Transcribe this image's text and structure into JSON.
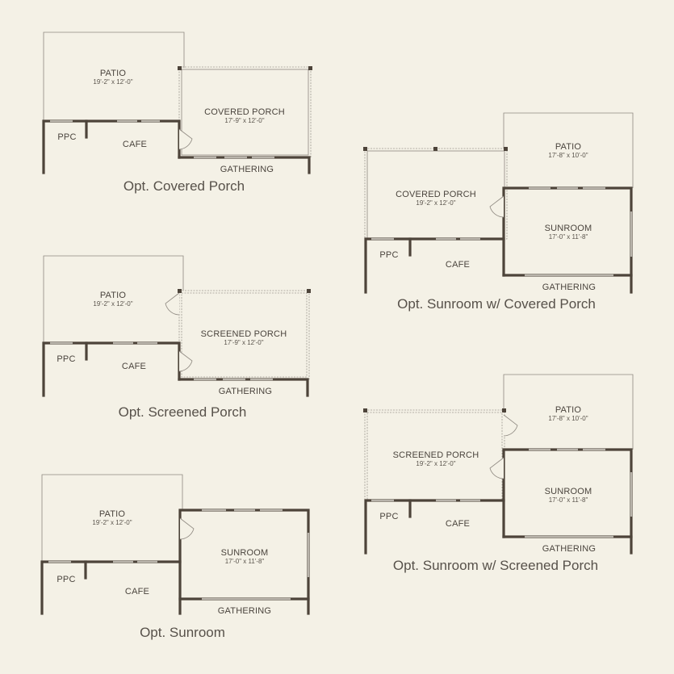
{
  "plans": [
    {
      "caption": "Opt. Covered Porch",
      "rooms": [
        {
          "label": "PATIO",
          "dim": "19'-2\" x 12'-0\""
        },
        {
          "label": "COVERED PORCH",
          "dim": "17'-9\" x 12'-0\""
        },
        {
          "label": "PPC",
          "dim": ""
        },
        {
          "label": "CAFE",
          "dim": ""
        },
        {
          "label": "GATHERING",
          "dim": ""
        }
      ]
    },
    {
      "caption": "Opt. Screened Porch",
      "rooms": [
        {
          "label": "PATIO",
          "dim": "19'-2\" x 12'-0\""
        },
        {
          "label": "SCREENED PORCH",
          "dim": "17'-9\" x 12'-0\""
        },
        {
          "label": "PPC",
          "dim": ""
        },
        {
          "label": "CAFE",
          "dim": ""
        },
        {
          "label": "GATHERING",
          "dim": ""
        }
      ]
    },
    {
      "caption": "Opt. Sunroom",
      "rooms": [
        {
          "label": "PATIO",
          "dim": "19'-2\" x 12'-0\""
        },
        {
          "label": "SUNROOM",
          "dim": "17'-0\" x 11'-8\""
        },
        {
          "label": "PPC",
          "dim": ""
        },
        {
          "label": "CAFE",
          "dim": ""
        },
        {
          "label": "GATHERING",
          "dim": ""
        }
      ]
    },
    {
      "caption": "Opt. Sunroom w/ Covered Porch",
      "rooms": [
        {
          "label": "PATIO",
          "dim": "17'-8\" x 10'-0\""
        },
        {
          "label": "COVERED PORCH",
          "dim": "19'-2\" x 12'-0\""
        },
        {
          "label": "SUNROOM",
          "dim": "17'-0\" x 11'-8\""
        },
        {
          "label": "PPC",
          "dim": ""
        },
        {
          "label": "CAFE",
          "dim": ""
        },
        {
          "label": "GATHERING",
          "dim": ""
        }
      ]
    },
    {
      "caption": "Opt. Sunroom w/ Screened Porch",
      "rooms": [
        {
          "label": "PATIO",
          "dim": "17'-8\" x 10'-0\""
        },
        {
          "label": "SCREENED PORCH",
          "dim": "19'-2\" x 12'-0\""
        },
        {
          "label": "SUNROOM",
          "dim": "17'-0\" x 11'-8\""
        },
        {
          "label": "PPC",
          "dim": ""
        },
        {
          "label": "CAFE",
          "dim": ""
        },
        {
          "label": "GATHERING",
          "dim": ""
        }
      ]
    }
  ]
}
